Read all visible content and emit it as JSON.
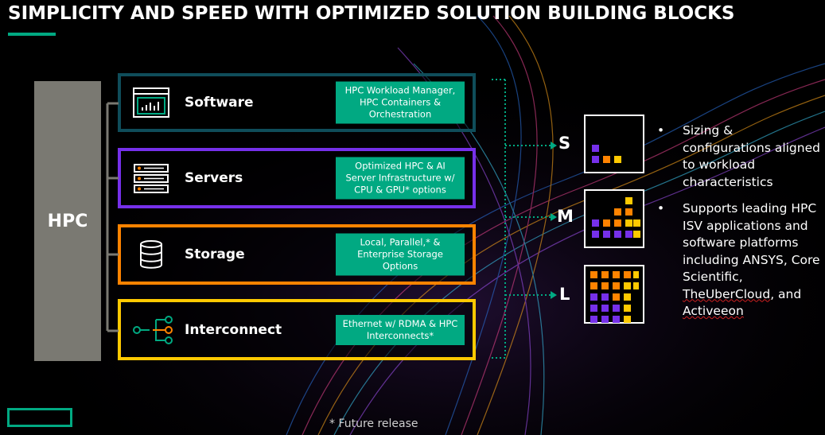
{
  "title": "SIMPLICITY AND SPEED WITH OPTIMIZED SOLUTION BUILDING BLOCKS",
  "hpc_label": "HPC",
  "blocks": [
    {
      "label": "Software",
      "tag": "HPC Workload Manager, HPC Containers & Orchestration",
      "color": "#0f4d5a",
      "icon": "dashboard-icon"
    },
    {
      "label": "Servers",
      "tag": "Optimized HPC & AI Server Infrastructure w/ CPU & GPU* options",
      "color": "#7630ea",
      "icon": "server-rack-icon"
    },
    {
      "label": "Storage",
      "tag": "Local, Parallel,* & Enterprise Storage Options",
      "color": "#ff8300",
      "icon": "database-icon"
    },
    {
      "label": "Interconnect",
      "tag": "Ethernet w/ RDMA & HPC Interconnects*",
      "color": "#fec901",
      "icon": "network-icon"
    }
  ],
  "sizes": [
    {
      "letter": "S"
    },
    {
      "letter": "M"
    },
    {
      "letter": "L"
    }
  ],
  "bullets": [
    "Sizing & configurations aligned to workload characteristics",
    {
      "pre": "Supports leading HPC ISV applications and software platforms including ANSYS, Core Scientific, ",
      "u1": "TheUberCloud",
      "mid": ", and ",
      "u2": "Activeeon"
    }
  ],
  "footnote": "* Future release",
  "colors": {
    "accent": "#01a982",
    "purple": "#7630ea",
    "orange": "#ff8300",
    "yellow": "#fec901",
    "teal_dark": "#0f4d5a"
  }
}
